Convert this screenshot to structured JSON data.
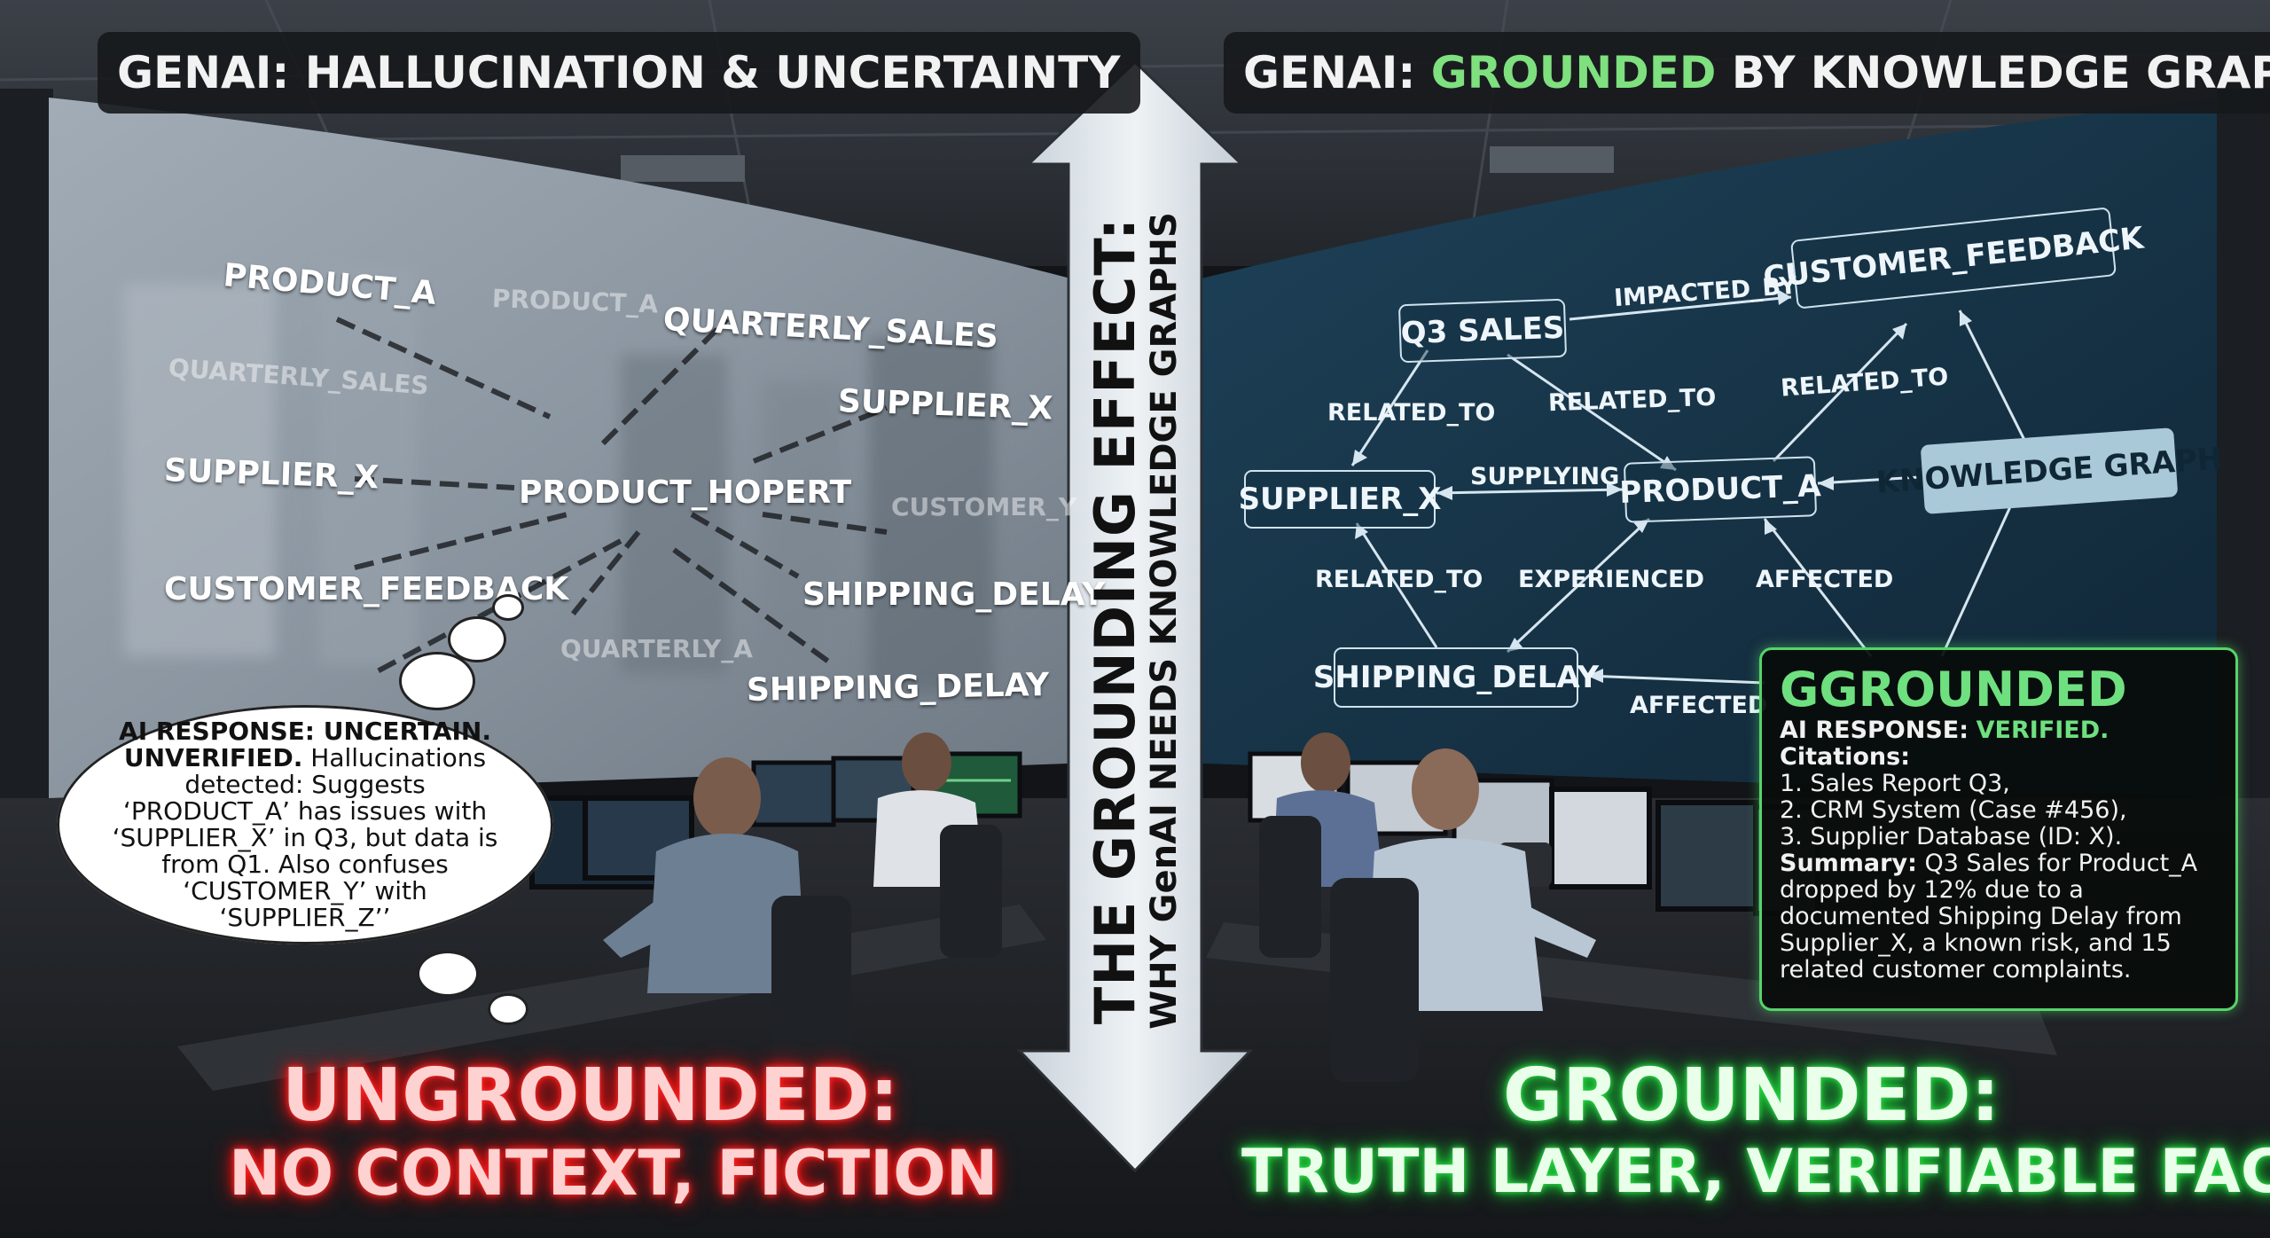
{
  "left_panel": {
    "title": "GENAI: HALLUCINATION & UNCERTAINTY",
    "labels": [
      {
        "text": "PRODUCT_A",
        "faint": false
      },
      {
        "text": "PRODUCT_A",
        "faint": true
      },
      {
        "text": "QUARTERLY_SALES",
        "faint": false
      },
      {
        "text": "QUARTERLY_SALES",
        "faint": true
      },
      {
        "text": "SUPPLIER_X",
        "faint": false
      },
      {
        "text": "SUPPLIER_X",
        "faint": false
      },
      {
        "text": "PRODUCT_HOPERT",
        "faint": false
      },
      {
        "text": "CUSTOMER_Y",
        "faint": true
      },
      {
        "text": "CUSTOMER_FEEDBACK",
        "faint": false
      },
      {
        "text": "SHIPPING_DELAY",
        "faint": false
      },
      {
        "text": "QUARTERLY_A",
        "faint": true
      },
      {
        "text": "SHIPPING_DELAY",
        "faint": false
      }
    ],
    "speech": {
      "bold": "AI RESPONSE: UNCERTAIN. UNVERIFIED.",
      "body": "Hallucinations detected: Suggests ‘PRODUCT_A’ has issues with ‘SUPPLIER_X’ in Q3, but data is from Q1. Also confuses ‘CUSTOMER_Y’ with ‘SUPPLIER_Z’’"
    },
    "caption_line1": "UNGROUNDED:",
    "caption_line2": "NO CONTEXT, FICTION"
  },
  "right_panel": {
    "title_prefix": "GENAI: ",
    "title_highlight": "GROUNDED",
    "title_suffix": " BY KNOWLEDGE GRAPH",
    "nodes": {
      "q3_sales": "Q3 SALES",
      "customer_feedback": "CUSTOMER_FEEDBACK",
      "supplier_x": "SUPPLIER_X",
      "product_a": "PRODUCT_A",
      "knowledge_graph": "KNOWLEDGE GRAPH",
      "shipping_delay": "SHIPPING_DELAY"
    },
    "edges": {
      "impacted_by": "IMPACTED_BY",
      "related_to_1": "RELATED_TO",
      "related_to_2": "RELATED_TO",
      "related_to_3": "RELATED_TO",
      "related_to_4": "RELATED_TO",
      "supplying": "SUPPLYING",
      "experienced": "EXPERIENCED",
      "affected_1": "AFFECTED",
      "affected_2": "AFFECTED"
    },
    "grounded_box": {
      "icon": "G",
      "heading": "GROUNDED",
      "response_label": "AI RESPONSE:",
      "response_value": "VERIFIED.",
      "citations_label": "Citations:",
      "citations": [
        "1. Sales Report Q3,",
        "2. CRM System (Case #456),",
        "3. Supplier Database (ID: X)."
      ],
      "summary_label": "Summary:",
      "summary_text": "Q3 Sales for Product_A dropped by 12% due to a documented Shipping Delay from Supplier_X, a known risk, and 15 related customer complaints."
    },
    "caption_line1": "GROUNDED:",
    "caption_line2": "TRUTH LAYER, VERIFIABLE FACTS"
  },
  "center": {
    "main_title": "THE GROUNDING EFFECT:",
    "subtitle": "WHY GenAI NEEDS KNOWLEDGE GRAPHS"
  },
  "colors": {
    "left_screen": "#8c98a4",
    "right_screen": "#173447",
    "arrow": "#dde3e8",
    "red_glow": "#ff2a2a",
    "green_glow": "#2fe04a",
    "kg_accent": "#7ee07e"
  }
}
